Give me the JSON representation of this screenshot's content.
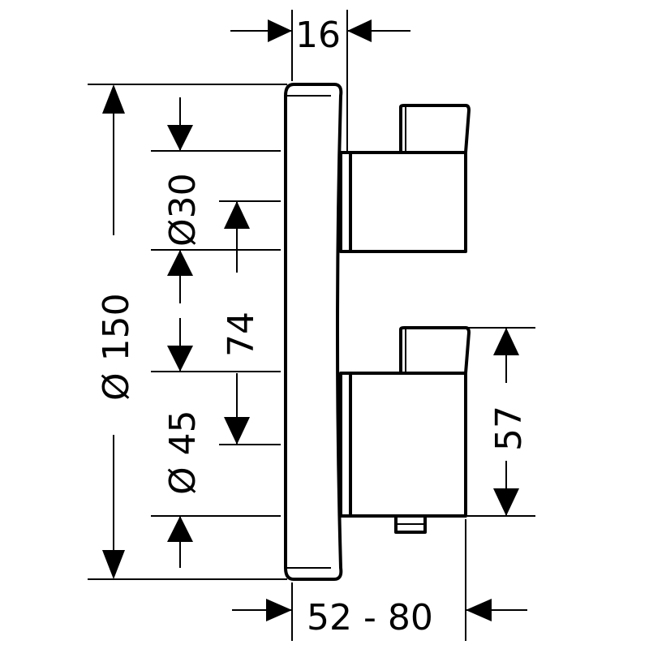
{
  "dimensions": {
    "top_width": "16",
    "bottom_width": "52 - 80",
    "overall_diameter": "Ø 150",
    "upper_diameter": "Ø30",
    "lower_diameter": "Ø 45",
    "center_distance": "74",
    "lower_height": "57"
  }
}
